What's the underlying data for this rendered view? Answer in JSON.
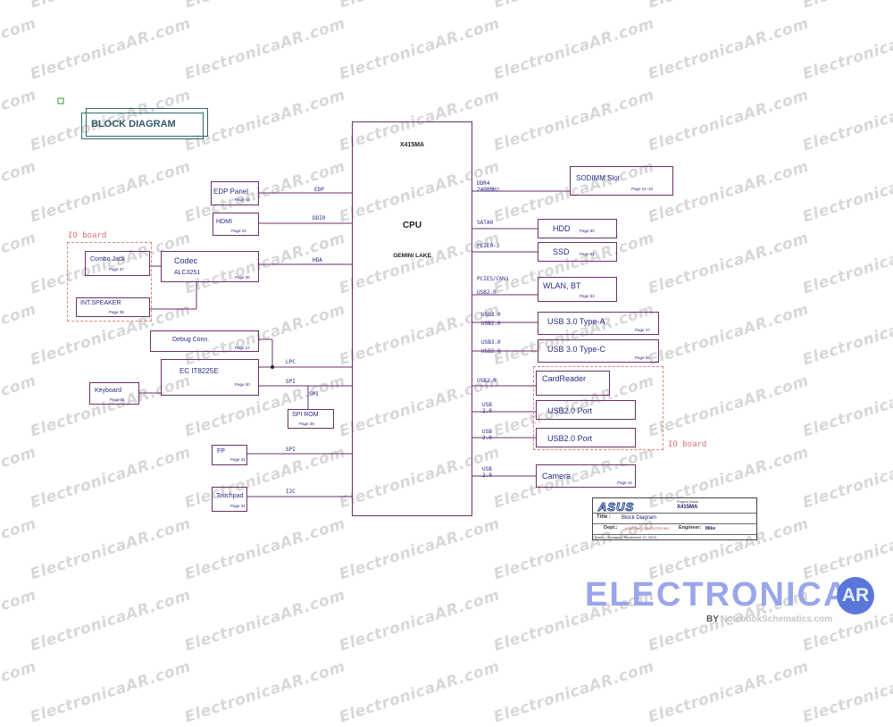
{
  "watermark": "ElectronicaAR.com",
  "title": "BLOCK DIAGRAM",
  "cpu": {
    "model": "X415MA",
    "label": "CPU",
    "platform": "GEMINI LAKE"
  },
  "io_board_label": "IO board",
  "left_blocks": [
    {
      "id": "edp",
      "name": "EDP Panel",
      "page": "Page 43",
      "signal": "EDP"
    },
    {
      "id": "hdmi",
      "name": "HDMI",
      "page": "Page 44",
      "signal": "DDI0"
    },
    {
      "id": "codec",
      "name": "Codec",
      "sub": "ALC3251",
      "page": "Page 36",
      "signal": "HDA"
    },
    {
      "id": "combo",
      "name": "Combo Jack",
      "page": "Page 37"
    },
    {
      "id": "speaker",
      "name": "INT.SPEAKER",
      "page": "Page 38"
    },
    {
      "id": "debug",
      "name": "Debug Conn.",
      "page": "Page 27"
    },
    {
      "id": "ec",
      "name": "EC IT8225E",
      "page": "Page 30",
      "signal_lpc": "LPC",
      "signal_spi": "SPI"
    },
    {
      "id": "keyboard",
      "name": "Keyboard",
      "page": "Page 31"
    },
    {
      "id": "spirom",
      "name": "SPI ROM",
      "page": "Page 28",
      "signal": "SPI"
    },
    {
      "id": "fp",
      "name": "FP",
      "page": "Page 31",
      "signal": "SPI"
    },
    {
      "id": "touchpad",
      "name": "Touchpad",
      "page": "Page 31",
      "signal": "I2C"
    }
  ],
  "right_blocks": [
    {
      "id": "sodimm",
      "name": "SODIMM Slot",
      "page": "Page 21~22",
      "signal1": "DDR4",
      "signal2": "2400MHz"
    },
    {
      "id": "hdd",
      "name": "HDD",
      "page": "Page 50",
      "signal1": "SATA0"
    },
    {
      "id": "ssd",
      "name": "SSD",
      "page": "Page 51",
      "signal1": "PCIE0~3"
    },
    {
      "id": "wlan",
      "name": "WLAN, BT",
      "page": "Page 53",
      "signal1": "PCIE5/CNVi",
      "signal2": "USB2.0"
    },
    {
      "id": "usb3a",
      "name": "USB 3.0 Type-A",
      "page": "Page 47",
      "signal1": "USB3.0",
      "signal2": "USB2.0"
    },
    {
      "id": "usb3c",
      "name": "USB 3.0 Type-C",
      "page": "Page 55",
      "signal1": "USB3.0",
      "signal2": "USB2.0"
    },
    {
      "id": "cardreader",
      "name": "CardReader",
      "signal1": "USB2.0"
    },
    {
      "id": "usb2a",
      "name": "USB2.0 Port",
      "signal1": "USB",
      "signal2": "2.0"
    },
    {
      "id": "usb2b",
      "name": "USB2.0 Port",
      "signal1": "USB",
      "signal2": "2.0"
    },
    {
      "id": "camera",
      "name": "Camera",
      "page": "Page 43",
      "signal1": "USB",
      "signal2": "2.0"
    }
  ],
  "title_block": {
    "brand": "ASUS",
    "project_name_label": "Project Name",
    "project_name": "X415MA",
    "title_label": "Title :",
    "title": "Block Diagram",
    "dept_label": "Dept.:",
    "dept": "ASUSTeK COMPUTER INC",
    "engineer_label": "Engineer:",
    "engineer": "Mike",
    "date_label": "Date",
    "date": "Thursday, September 10, 2020"
  },
  "logo": {
    "text": "ELECTRONICA",
    "badge": "AR",
    "byline": "BY",
    "site": "NotebookSchematics.com"
  }
}
